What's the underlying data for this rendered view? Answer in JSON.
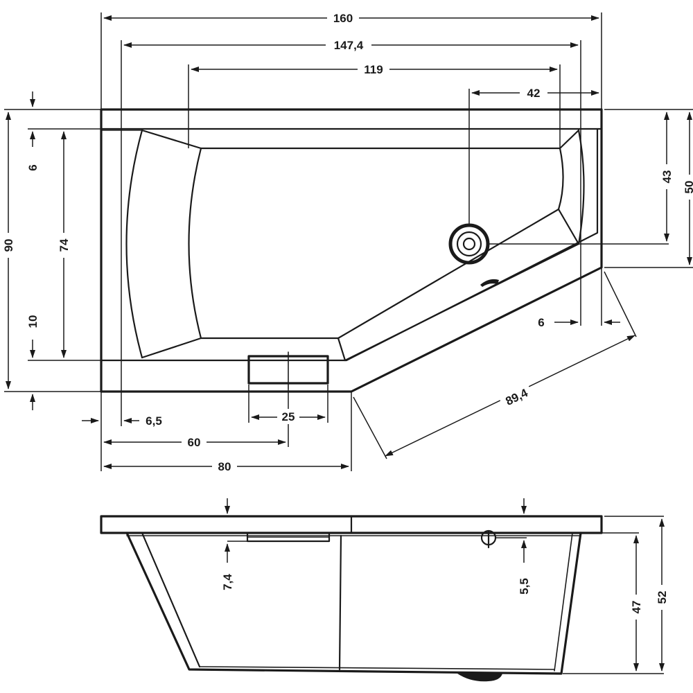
{
  "top_view": {
    "width_total": "160",
    "width_rim_to_outer": "147,4",
    "width_inner_basin": "119",
    "drain_offset": "42",
    "depth_total": "90",
    "depth_inner": "74",
    "rim_back": "6",
    "rim_front": "10",
    "depth_right_43": "43",
    "depth_right_50": "50",
    "rim_right": "6",
    "diagonal_side": "89,4",
    "rim_left": "6,5",
    "handle_width": "25",
    "handle_position": "60",
    "straight_front": "80"
  },
  "side_view": {
    "handle_drop": "7,4",
    "drain_drop": "5,5",
    "inner_height": "47",
    "total_height": "52"
  }
}
